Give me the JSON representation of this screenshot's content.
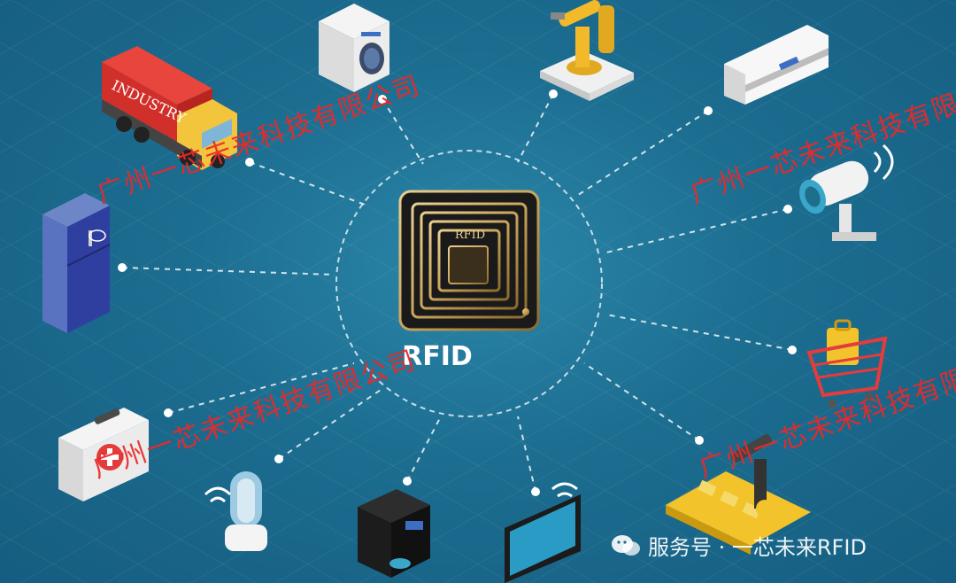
{
  "center": {
    "chip_text": "RFID",
    "label": "RFID"
  },
  "devices": [
    {
      "icon": "delivery-truck-icon",
      "text": "INDUSTRY"
    },
    {
      "icon": "washing-machine-icon"
    },
    {
      "icon": "robot-arm-icon"
    },
    {
      "icon": "air-conditioner-icon"
    },
    {
      "icon": "security-camera-icon"
    },
    {
      "icon": "refrigerator-icon"
    },
    {
      "icon": "shopping-cart-icon"
    },
    {
      "icon": "first-aid-kit-icon"
    },
    {
      "icon": "smart-lamp-icon"
    },
    {
      "icon": "coffee-machine-icon"
    },
    {
      "icon": "smart-tv-icon"
    },
    {
      "icon": "assembly-line-icon"
    }
  ],
  "watermark": "广州一芯未来科技有限公司",
  "footer": {
    "label": "服务号 · 一芯未来RFID"
  },
  "colors": {
    "background": "#1c6d90",
    "chip_gold": "#c9a45a",
    "watermark": "#eb2828"
  }
}
